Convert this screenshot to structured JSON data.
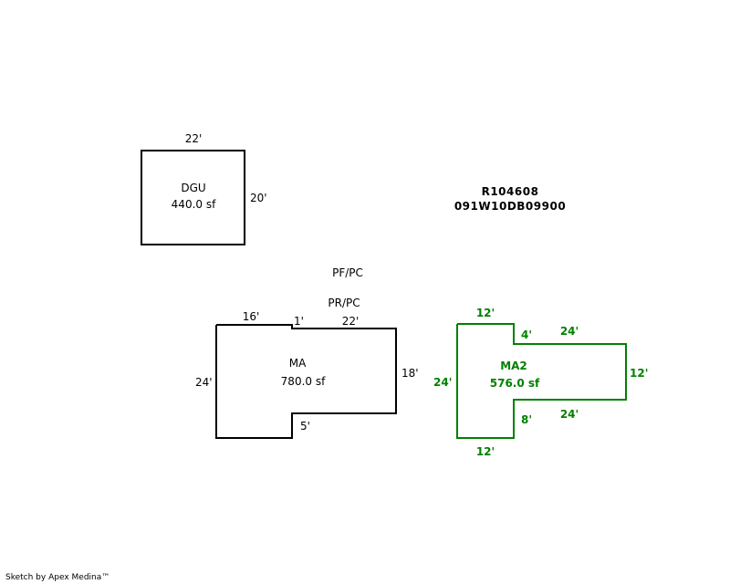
{
  "parcel": {
    "id": "R104608",
    "map_number": "091W10DB09900"
  },
  "colors": {
    "primary_outline": "#000000",
    "secondary_outline": "#008000"
  },
  "areas": [
    {
      "code": "DGU",
      "area": "440.0 sf",
      "dimensions": {
        "top": "22'",
        "right": "20'"
      }
    },
    {
      "code": "MA",
      "area": "780.0 sf",
      "dimensions": {
        "top_left": "16'",
        "step_top": "1'",
        "top_right": "22'",
        "right": "18'",
        "step_bottom": "5'",
        "left": "24'"
      }
    },
    {
      "code": "MA2",
      "area": "576.0 sf",
      "dimensions": {
        "top": "12'",
        "step_top": "4'",
        "arm_top": "24'",
        "right": "12'",
        "arm_bottom": "24'",
        "step_bottom": "8'",
        "bottom": "12'",
        "left": "24'"
      }
    }
  ],
  "annotations": {
    "pf_pc": "PF/PC",
    "pr_pc": "PR/PC"
  },
  "footer": {
    "credit": "Sketch by Apex Medina™"
  }
}
